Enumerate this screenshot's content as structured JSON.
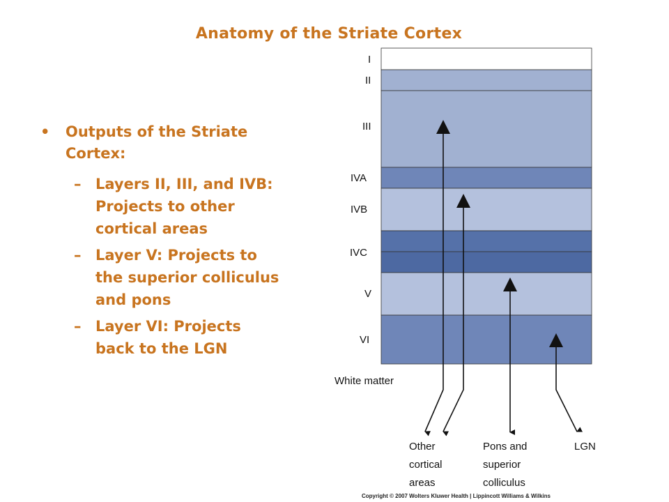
{
  "slide": {
    "title": "Anatomy of the Striate Cortex",
    "bullet_marker": "•",
    "sub_marker": "–",
    "main_bullet": "Outputs of the Striate Cortex:",
    "sub_bullets": [
      "Layers II, III, and IVB: Projects to other cortical areas",
      "Layer V: Projects to the superior colliculus and pons",
      "Layer VI: Projects back to the LGN"
    ]
  },
  "diagram": {
    "layers": [
      {
        "label": "I",
        "color": "#ffffff"
      },
      {
        "label": "II",
        "color": "#a1b1d1"
      },
      {
        "label": "III",
        "color": "#a1b1d1"
      },
      {
        "label": "IVA",
        "color": "#6f86b8"
      },
      {
        "label": "IVB",
        "color": "#b4c1dd"
      },
      {
        "label": "IVC",
        "color": "#5571a9"
      },
      {
        "label": "",
        "color": "#4d69a2"
      },
      {
        "label": "V",
        "color": "#b4c1dd"
      },
      {
        "label": "VI",
        "color": "#6f86b8"
      }
    ],
    "white_matter_label": "White matter",
    "targets": [
      {
        "lines": [
          "Other",
          "cortical",
          "areas"
        ]
      },
      {
        "lines": [
          "Pons and",
          "superior",
          "colliculus"
        ]
      },
      {
        "lines": [
          "LGN"
        ]
      }
    ]
  },
  "copyright": "Copyright © 2007 Wolters Kluwer Health | Lippincott Williams & Wilkins"
}
